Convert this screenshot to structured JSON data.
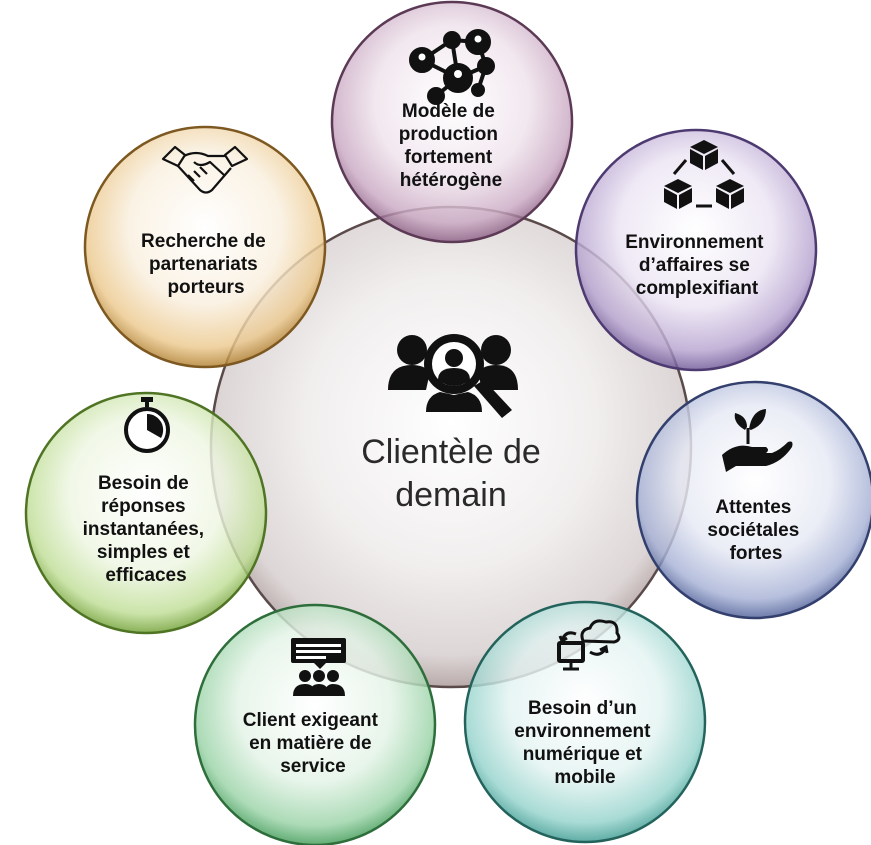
{
  "center": {
    "title_line1": "Clientèle de",
    "title_line2": "demain",
    "icon": "customer-search-icon"
  },
  "nodes": [
    {
      "id": "modele",
      "lines": [
        "Modèle de",
        "production",
        "fortement",
        "hétérogène"
      ],
      "icon": "network-people-icon",
      "color": "#b08aa8"
    },
    {
      "id": "environnement-affaires",
      "lines": [
        "Environnement",
        "d’affaires se",
        "complexifiant"
      ],
      "icon": "cubes-cycle-icon",
      "color": "#9a86b8"
    },
    {
      "id": "attentes",
      "lines": [
        "Attentes",
        "sociétales",
        "fortes"
      ],
      "icon": "hand-plant-icon",
      "color": "#7f8fbd"
    },
    {
      "id": "numerique",
      "lines": [
        "Besoin d’un",
        "environnement",
        "numérique et",
        "mobile"
      ],
      "icon": "cloud-computer-icon",
      "color": "#6fbcb6"
    },
    {
      "id": "exigeant",
      "lines": [
        "Client exigeant",
        "en matière de",
        "service"
      ],
      "icon": "group-chat-icon",
      "color": "#77c18a"
    },
    {
      "id": "reponses",
      "lines": [
        "Besoin de",
        "réponses",
        "instantanées,",
        "simples et",
        "efficaces"
      ],
      "icon": "stopwatch-icon",
      "color": "#a6cf6e"
    },
    {
      "id": "partenariats",
      "lines": [
        "Recherche de",
        "partenariats",
        "porteurs"
      ],
      "icon": "handshake-icon",
      "color": "#e3b66a"
    }
  ]
}
